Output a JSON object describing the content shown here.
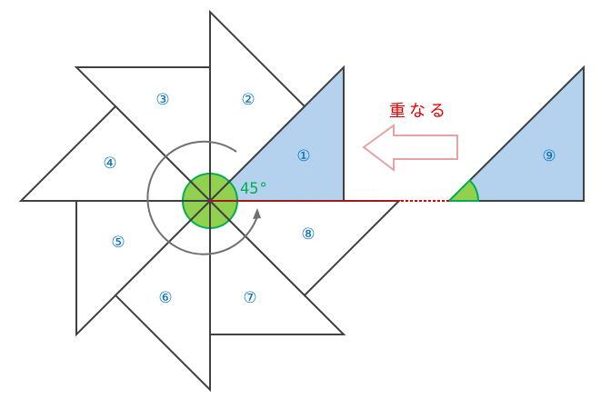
{
  "diagram": {
    "triangles": [
      {
        "label": "①",
        "filled": true
      },
      {
        "label": "②",
        "filled": false
      },
      {
        "label": "③",
        "filled": false
      },
      {
        "label": "④",
        "filled": false
      },
      {
        "label": "⑤",
        "filled": false
      },
      {
        "label": "⑥",
        "filled": false
      },
      {
        "label": "⑦",
        "filled": false
      },
      {
        "label": "⑧",
        "filled": false
      }
    ],
    "separate_triangle": {
      "label": "⑨"
    },
    "rotation_step_deg": 45,
    "angle_label": "45°",
    "overlap_label": "重なる",
    "colors": {
      "triangle_fill": "#b4d1ee",
      "angle_fill": "#92d050",
      "angle_stroke": "#00b050",
      "label": "#0070c0",
      "line": "#404040",
      "dotted": "#e00000",
      "arrow": "#e6a3a3"
    }
  }
}
